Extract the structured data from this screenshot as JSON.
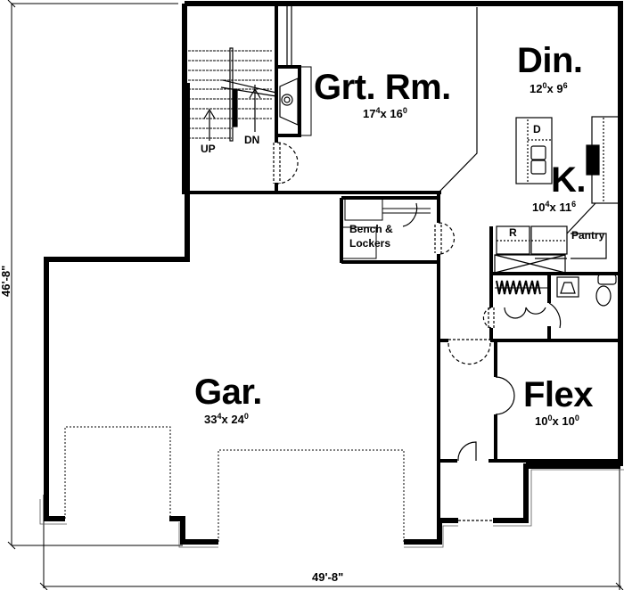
{
  "plan": {
    "overall_width": "49'-8\"",
    "overall_depth": "46'-8\"",
    "rooms": {
      "great_room": {
        "name": "Grt. Rm.",
        "dim_a": "17",
        "dim_a_sup": "4",
        "dim_b": "16",
        "dim_b_sup": "0",
        "sep": "x"
      },
      "dining": {
        "name": "Din.",
        "dim_a": "12",
        "dim_a_sup": "0",
        "dim_b": "9",
        "dim_b_sup": "6",
        "sep": "x"
      },
      "kitchen": {
        "name": "K.",
        "dim_a": "10",
        "dim_a_sup": "4",
        "dim_b": "11",
        "dim_b_sup": "6",
        "sep": "x"
      },
      "garage": {
        "name": "Gar.",
        "dim_a": "33",
        "dim_a_sup": "4",
        "dim_b": "24",
        "dim_b_sup": "0",
        "sep": "x"
      },
      "flex": {
        "name": "Flex",
        "dim_a": "10",
        "dim_a_sup": "0",
        "dim_b": "10",
        "dim_b_sup": "0",
        "sep": "x"
      }
    },
    "labels": {
      "stairs_up": "UP",
      "stairs_down": "DN",
      "bench_line1": "Bench &",
      "bench_line2": "Lockers",
      "pantry": "Pantry",
      "refrigerator": "R",
      "dishwasher": "D"
    }
  }
}
